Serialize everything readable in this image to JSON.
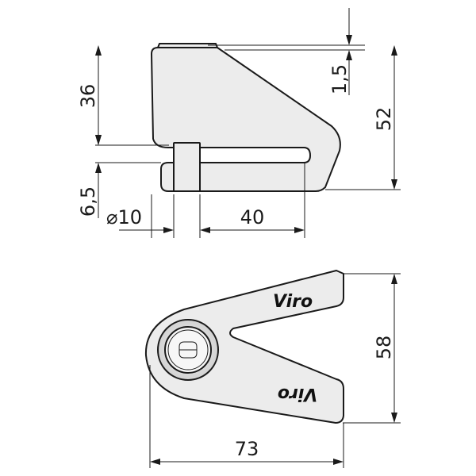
{
  "side_view": {
    "dim_total_height": "52",
    "dim_upper_height": "36",
    "dim_pin_offset": "1,5",
    "dim_slot": "6,5",
    "dim_pin_diameter": "⌀10",
    "dim_slot_depth": "40"
  },
  "top_view": {
    "brand_top": "Viro",
    "brand_bottom": "Viro",
    "dim_width": "73",
    "dim_height": "58"
  },
  "colors": {
    "body_fill": "#ececec",
    "line": "#1a1a1a",
    "background": "#ffffff"
  }
}
